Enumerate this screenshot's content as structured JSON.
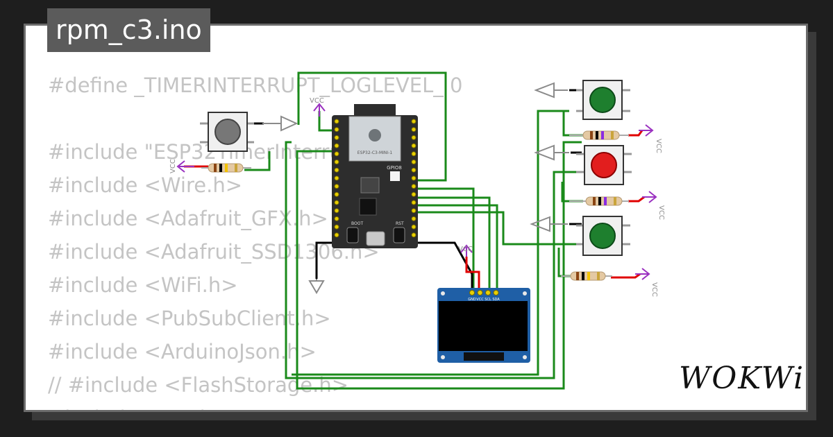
{
  "tab": {
    "filename": "rpm_c3.ino"
  },
  "code_lines": [
    "#define _TIMERINTERRUPT_LOGLEVEL_ 0",
    "",
    "#include \"ESP32TimerInterrupt.h\"",
    "#include <Wire.h>",
    "#include <Adafruit_GFX.h>",
    "#include <Adafruit_SSD1306.h>",
    "#include <WiFi.h>",
    "#include <PubSubClient.h>",
    "#include <ArduinoJson.h>",
    "// #include <FlashStorage.h>",
    "#include \"OTA.h\""
  ],
  "board": {
    "module_label": "ESP32-C3-MINI-1",
    "gpio_label": "GPIO8",
    "boot_label": "BOOT",
    "rst_label": "RST"
  },
  "oled": {
    "pins": [
      "GND",
      "VCC",
      "SCL",
      "SDA"
    ]
  },
  "power_labels": {
    "vcc": "VCC"
  },
  "buttons": [
    {
      "color": "gray",
      "hex": "#777777"
    },
    {
      "color": "green",
      "hex": "#1e7f2e"
    },
    {
      "color": "red",
      "hex": "#e21e1e"
    },
    {
      "color": "green",
      "hex": "#1e7f2e"
    }
  ],
  "colors": {
    "wire_green": "#1a8a1a",
    "wire_red": "#e00000",
    "wire_black": "#000000",
    "vcc_purple": "#9a30c0"
  },
  "brand": {
    "logo": "WOKWi"
  }
}
